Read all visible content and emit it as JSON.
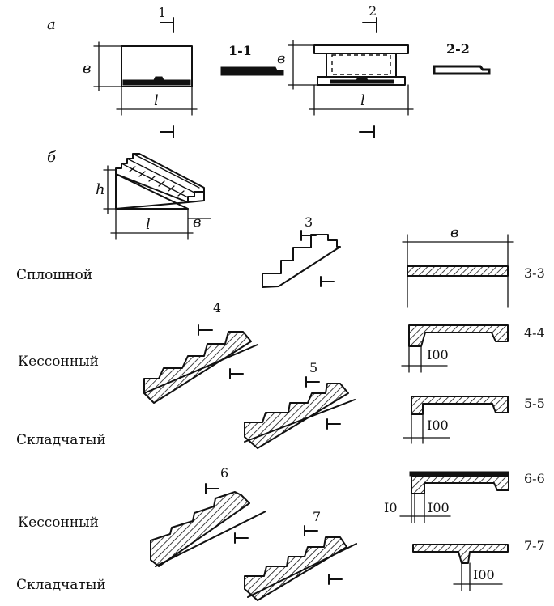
{
  "part_a": {
    "marker": "а",
    "panel1": {
      "section_mark": "1",
      "width_label": "в",
      "length_label": "l",
      "section_title": "1-1"
    },
    "panel2": {
      "section_mark": "2",
      "width_label": "в",
      "length_label": "l",
      "section_title": "2-2"
    }
  },
  "part_b": {
    "marker": "б",
    "stair_dims": {
      "height": "h",
      "length": "l",
      "width": "в"
    },
    "rows": [
      {
        "type": "Сплошной",
        "section_mark": "3",
        "section_title": "3-3",
        "width_label": "в"
      },
      {
        "type": "Кессонный",
        "section_mark": "4",
        "section_title": "4-4",
        "dim": "I00"
      },
      {
        "type": "Складчатый",
        "section_mark": "5",
        "section_title": "5-5",
        "dim": "I00"
      },
      {
        "type": "Кессонный",
        "section_mark": "6",
        "section_title": "6-6",
        "dim": "I00",
        "dim_extra": "I0"
      },
      {
        "type": "Складчатый",
        "section_mark": "7",
        "section_title": "7-7",
        "dim": "I00"
      }
    ]
  }
}
